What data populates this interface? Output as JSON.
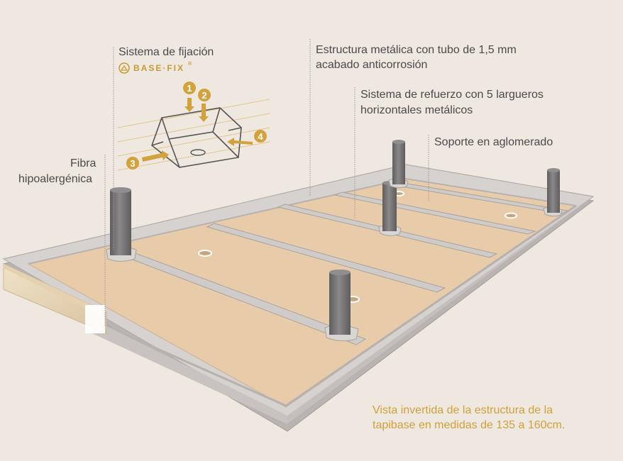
{
  "labels": {
    "fijacion": "Sistema de fijación",
    "estructura_l1": "Estructura metálica con tubo de 1,5 mm",
    "estructura_l2": "acabado anticorrosión",
    "refuerzo_l1": "Sistema de refuerzo con 5 largueros",
    "refuerzo_l2": "horizontales metálicos",
    "soporte": "Soporte en aglomerado",
    "fibra_l1": "Fibra",
    "fibra_l2": "hipoalergénica"
  },
  "brand": {
    "text": "BASE·FIX",
    "mark": "®"
  },
  "steps": [
    "1",
    "2",
    "3",
    "4"
  ],
  "caption": {
    "line1": "Vista invertida de  la estructura de la",
    "line2": "tapibase en medidas de 135 a 160cm."
  },
  "colors": {
    "background": "#efe8e1",
    "board": "#e9cdb0",
    "frame": "#c9c5c3",
    "leg": "#7a7878",
    "wood": "#e6d4b6",
    "accent": "#d2a23c",
    "text": "#4a4a4a"
  },
  "icons": [
    "brand-logo-icon",
    "step-number-icon",
    "arrow-icon"
  ]
}
